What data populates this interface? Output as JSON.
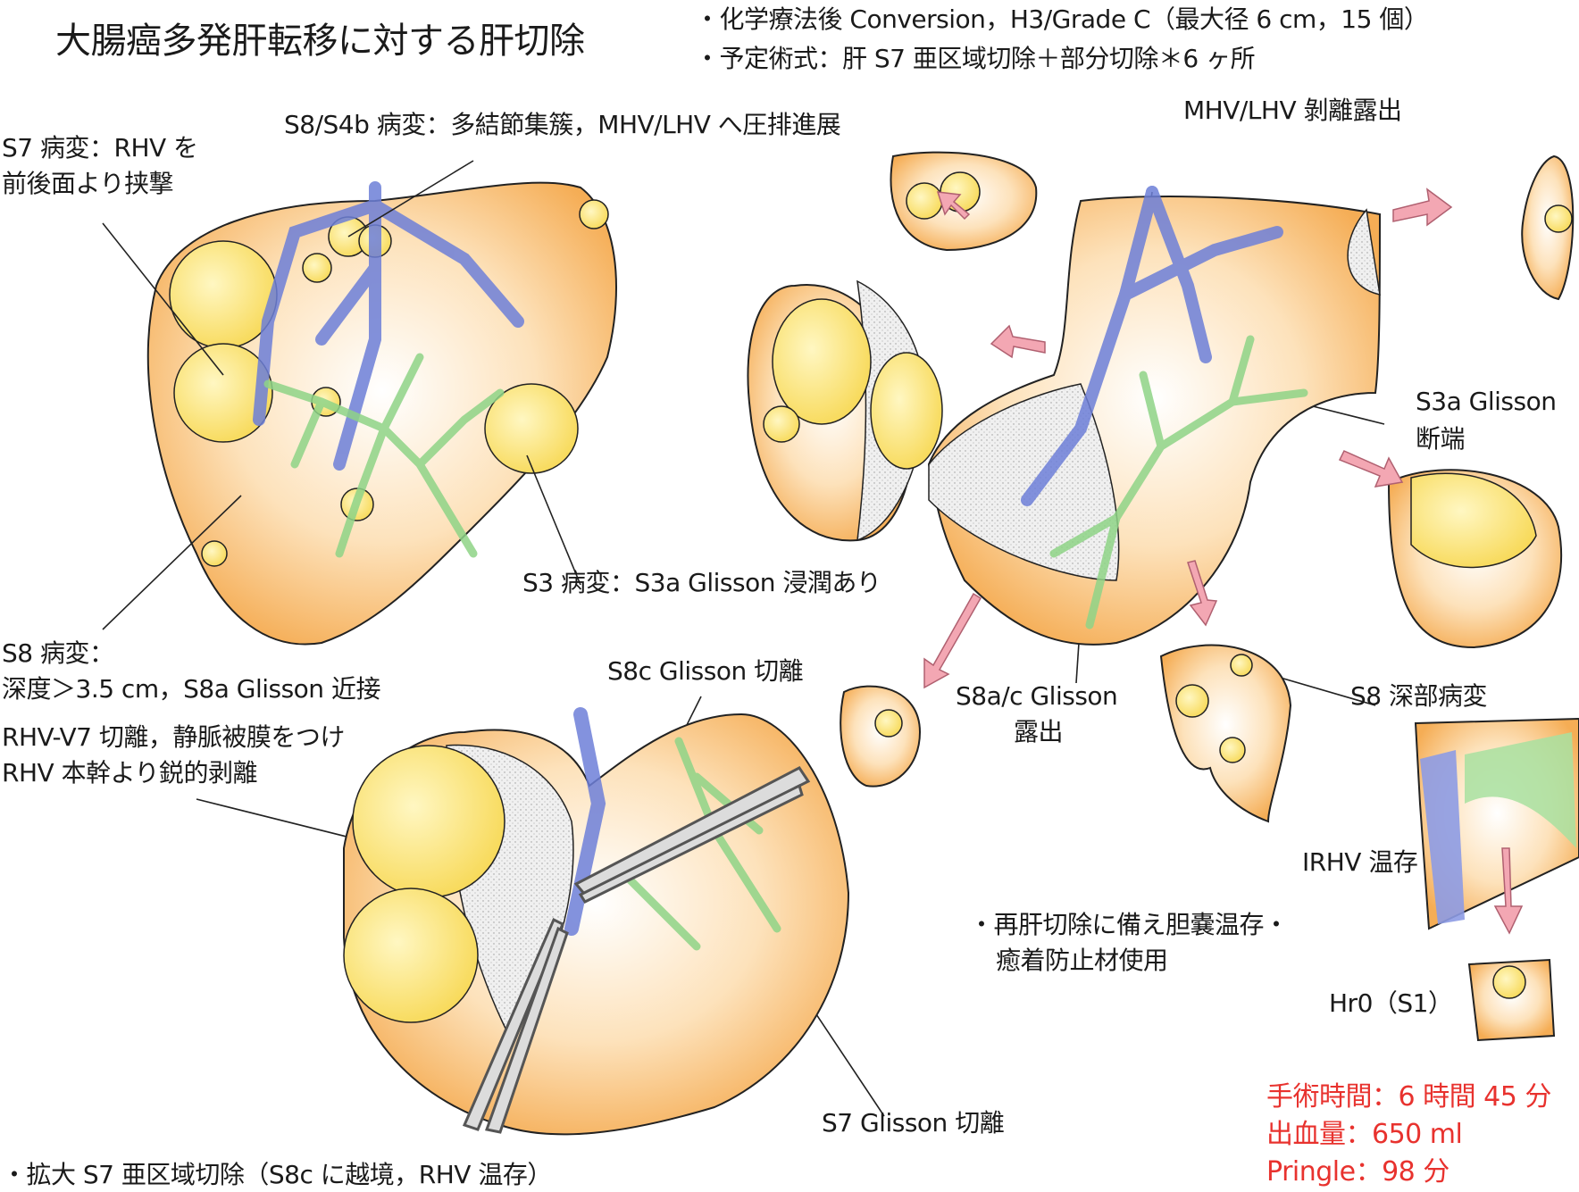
{
  "header": {
    "title": "大腸癌多発肝転移に対する肝切除",
    "bullet_1": "・化学療法後 Conversion，H3/Grade C（最大径 6 cm，15 個）",
    "bullet_2": "・予定術式：肝 S7 亜区域切除＋部分切除＊6 ヶ所"
  },
  "labels": {
    "s7_lesion_1": "S7 病変：RHV を",
    "s7_lesion_2": "前後面より挟撃",
    "s8s4b_lesion": "S8/S4b 病変：多結節集簇，MHV/LHV へ圧排進展",
    "s3_lesion": "S3 病変：S3a Glisson 浸潤あり",
    "s8_lesion_1": "S8 病変：",
    "s8_lesion_2": "深度＞3.5 cm，S8a Glisson 近接",
    "rhv_1": "RHV-V7 切離，静脈被膜をつけ",
    "rhv_2": "RHV 本幹より鋭的剥離",
    "s8c_glisson": "S8c Glisson 切離",
    "s7_glisson": "S7 Glisson 切離",
    "mhv_lhv": "MHV/LHV 剝離露出",
    "s3a_glisson_1": "S3a Glisson",
    "s3a_glisson_2": "断端",
    "s8ac_glisson_1": "S8a/c Glisson",
    "s8ac_glisson_2": "露出",
    "s8_deep": "S8 深部病変",
    "irhv": "IRHV 温存",
    "note_1": "・再肝切除に備え胆嚢温存・",
    "note_2": "癒着防止材使用",
    "hr0": "Hr0（S1）",
    "bottom": "・拡大 S7 亜区域切除（S8c に越境，RHV 温存）"
  },
  "stats": {
    "op_time": "手術時間：6 時間 45 分",
    "blood_loss": "出血量：650 ml",
    "pringle": "Pringle：98 分"
  },
  "colors": {
    "liver": "#f6b565",
    "liver_light": "#fde2bb",
    "tumor": "#fbe06a",
    "vein": "#7f8ee0",
    "glisson": "#9fdc97",
    "arrow": "#f3a7b3",
    "stats": "#e8322e"
  }
}
